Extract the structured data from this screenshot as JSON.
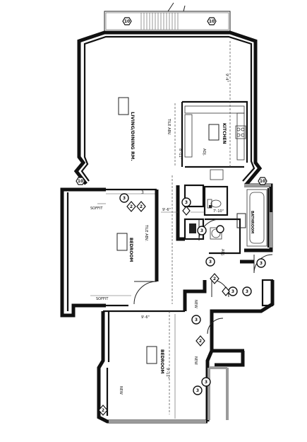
{
  "rooms": {
    "living": "LIVING/DINING RM.",
    "kitchen": "KITCHEN",
    "bedroom_a": "BEDROOM",
    "bedroom_b": "BEDROOM",
    "bath": "BATHROOM"
  },
  "labels": {
    "tile_a": "TILE ABV.",
    "tile_b": "TILE ABV.",
    "adj_a": "ADJ.",
    "adj_b": "ADJ.",
    "soffit_a": "SOFFIT",
    "soffit_b": "SOFFIT",
    "dim_living": "9'-4\"",
    "dim_kitchen": "8'-11\"",
    "dim_entry": "9'-6\"",
    "dim_bed": "9'-11\"",
    "dim_hall": "7'-10\"",
    "dim_center": "9'-6\"",
    "new_a": "NEW",
    "new_b": "NEW",
    "new_c": "NEW",
    "num_a": "3"
  },
  "tags": {
    "hex": "10",
    "circle_num": "3",
    "diamond": "2"
  }
}
